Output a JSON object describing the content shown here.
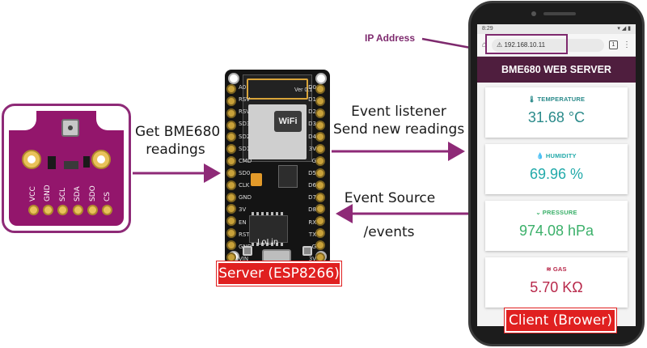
{
  "sensor": {
    "pins": [
      "VCC",
      "GND",
      "SCL",
      "SDA",
      "SDO",
      "CS"
    ]
  },
  "labels": {
    "get_readings_line1": "Get BME680",
    "get_readings_line2": "readings",
    "event_listener_line1": "Event listener",
    "event_listener_line2": "Send new readings",
    "event_source": "Event Source",
    "events_path": "/events",
    "ip_address": "IP Address"
  },
  "server": {
    "tag": "Server (ESP8266)",
    "brand": "LoLin",
    "version": "Ver 0.1",
    "wifi_text": "WiFi",
    "pins_left": [
      "A0",
      "RSV",
      "RSV",
      "SD3",
      "SD2",
      "SD1",
      "CMD",
      "SD0",
      "CLK",
      "GND",
      "3V",
      "EN",
      "RST",
      "GND",
      "VIN"
    ],
    "pins_right": [
      "D0",
      "D1",
      "D2",
      "D3",
      "D4",
      "3V",
      "G",
      "D5",
      "D6",
      "D7",
      "D8",
      "RX",
      "TX",
      "G",
      "3V"
    ]
  },
  "client": {
    "tag": "Client (Brower)",
    "status_time": "8:29",
    "url": "192.168.10.11",
    "tab_count": "1",
    "page_title": "BME680 WEB SERVER",
    "cards": [
      {
        "title": "TEMPERATURE",
        "icon": "thermometer-icon",
        "glyph": "🌡",
        "value": "31.68 °C",
        "color": "#2a8a8a"
      },
      {
        "title": "HUMIDITY",
        "icon": "droplet-icon",
        "glyph": "💧",
        "value": "69.96 %",
        "color": "#22aaaa"
      },
      {
        "title": "PRESSURE",
        "icon": "chevron-down-icon",
        "glyph": "⌄",
        "value": "974.08 hPa",
        "color": "#3bb06a"
      },
      {
        "title": "GAS",
        "icon": "wind-icon",
        "glyph": "≋",
        "value": "5.70 KΩ",
        "color": "#b8284a"
      }
    ]
  },
  "colors": {
    "accent_purple": "#7e2a6e",
    "tag_red": "#e02020",
    "header_bg": "#4f1e3e"
  }
}
